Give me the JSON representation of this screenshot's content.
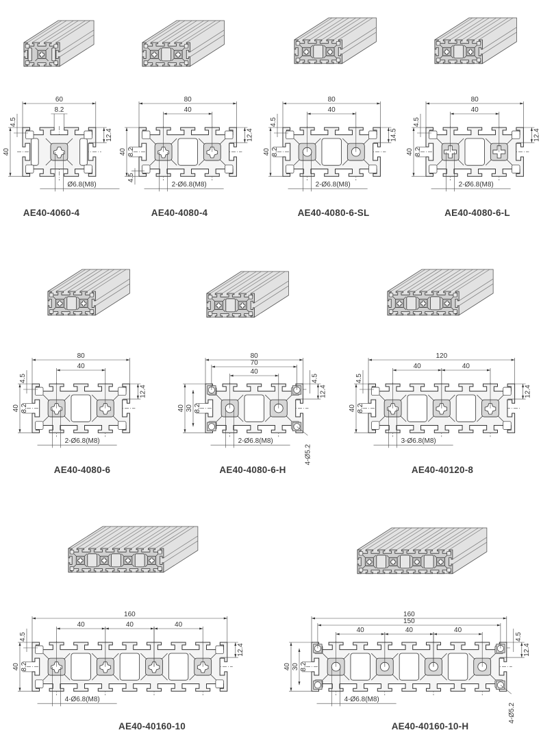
{
  "products": [
    {
      "name": "AE40-4060-4",
      "dims": {
        "width": "60",
        "slot": "8.2",
        "top_offset": "4.5",
        "slot_depth": "12.4",
        "height": "40",
        "bore": "Ø6.8(M8)"
      }
    },
    {
      "name": "AE40-4080-4",
      "dims": {
        "width": "80",
        "pitch": [
          "40"
        ],
        "slot_depth": "12.4",
        "height": "40",
        "center_slot": "8.2",
        "bottom_offset": "4.5",
        "bore": "2-Ø6.8(M8)"
      }
    },
    {
      "name": "AE40-4080-6-SL",
      "dims": {
        "width": "80",
        "pitch": [
          "40"
        ],
        "top_offset": "4.5",
        "slot_depth": "14.5",
        "height": "40",
        "center_slot": "8.2",
        "bore": "2-Ø6.8(M8)"
      }
    },
    {
      "name": "AE40-4080-6-L",
      "dims": {
        "width": "80",
        "pitch": [
          "40"
        ],
        "top_offset": "4.5",
        "slot_depth": "12.4",
        "height": "40",
        "center_slot": "8.2",
        "bore": "2-Ø6.8(M8)"
      }
    },
    {
      "name": "AE40-4080-6",
      "dims": {
        "width": "80",
        "pitch": [
          "40"
        ],
        "top_offset": "4.5",
        "slot_depth": "12.4",
        "height": "40",
        "center_slot": "8.2",
        "bore": "2-Ø6.8(M8)"
      }
    },
    {
      "name": "AE40-4080-6-H",
      "dims": {
        "width": "80",
        "width_inner": "70",
        "pitch": [
          "40"
        ],
        "top_offset": "4.5",
        "slot_depth": "12.4",
        "height": "40",
        "height_inner": "30",
        "center_slot": "8.2",
        "bore": "2-Ø6.8(M8)",
        "corner_holes": "4-Ø5.2"
      }
    },
    {
      "name": "AE40-40120-8",
      "dims": {
        "width": "120",
        "pitch": [
          "40",
          "40"
        ],
        "top_offset": "4.5",
        "slot_depth": "12.4",
        "height": "40",
        "center_slot": "8.2",
        "bore": "3-Ø6.8(M8)"
      }
    },
    {
      "name": "AE40-40160-10",
      "dims": {
        "width": "160",
        "pitch": [
          "40",
          "40",
          "40"
        ],
        "top_offset": "4.5",
        "slot_depth": "12.4",
        "height": "40",
        "center_slot": "8.2",
        "bore": "4-Ø6.8(M8)"
      }
    },
    {
      "name": "AE40-40160-10-H",
      "dims": {
        "width": "160",
        "width_inner": "150",
        "pitch": [
          "40",
          "40",
          "40"
        ],
        "top_offset": "4.5",
        "slot_depth": "12.4",
        "height": "40",
        "height_inner": "30",
        "center_slot": "8.2",
        "bore": "4-Ø6.8(M8)",
        "corner_holes": "4-Ø5.2"
      }
    }
  ]
}
